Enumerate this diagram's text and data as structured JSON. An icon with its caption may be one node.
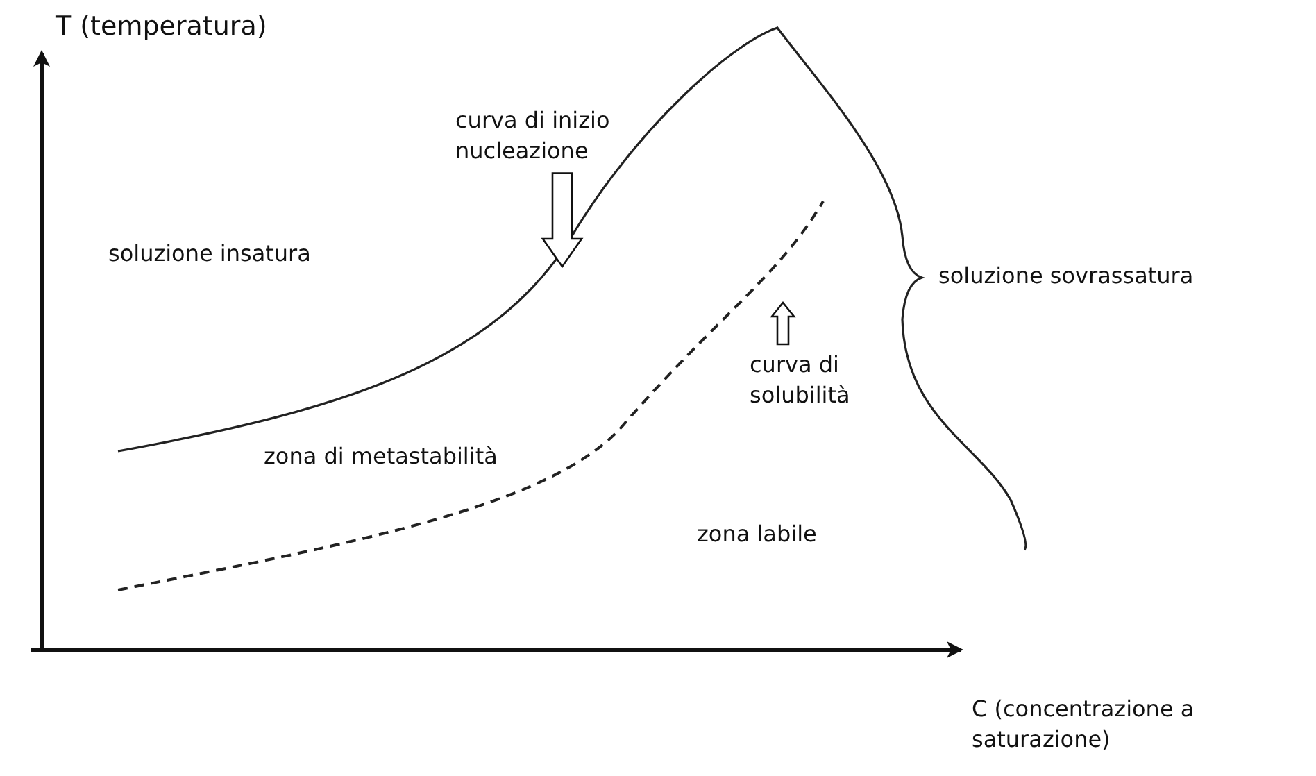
{
  "diagram": {
    "nodes": [
      {
        "text": [
          "curva di inizio nucleazione"
        ]
      },
      {
        "text": [
          "curva di solubilità"
        ]
      }
    ],
    "edges": [
      {
        "from": 0,
        "to": null,
        "arrow": "to"
      },
      {
        "from": 1,
        "to": null,
        "arrow": "to"
      }
    ],
    "labels": [
      "T (temperatura)",
      "soluzione insatura",
      "soluzione sovrassatura",
      "zona di metastabilità",
      "zona labile",
      "C (concentrazione a saturazione)"
    ]
  }
}
